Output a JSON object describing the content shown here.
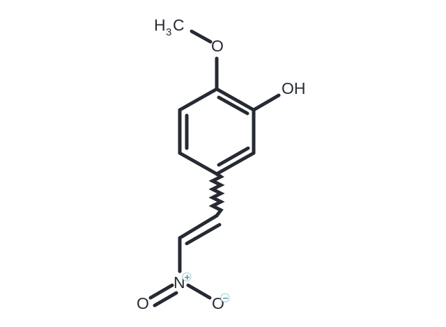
{
  "molecule": {
    "atom_labels": {
      "methyl_carbon": "H",
      "methyl_subscript": "3",
      "methyl_c": "C",
      "methoxy_oxygen": "O",
      "hydroxyl": "OH",
      "nitrogen": "N",
      "nitro_oxygen_double": "O",
      "nitro_oxygen_single": "O"
    },
    "charges": {
      "nitrogen": "+",
      "oxygen": "−"
    },
    "colors": {
      "bond": "#262a33",
      "charge": "#2a8c9c",
      "background": "#ffffff"
    }
  }
}
